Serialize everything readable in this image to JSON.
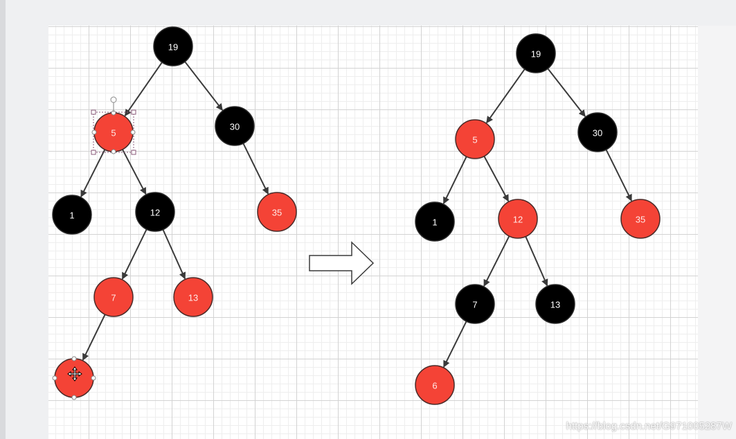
{
  "colors": {
    "red": "#f44336",
    "black": "#000000",
    "edge": "#3a3a3a",
    "label_on_red": "#ffe8e6",
    "label_on_black": "#ffffff",
    "selection": "#8a5a78"
  },
  "before_tree": {
    "nodes": [
      {
        "id": "l19",
        "label": "19",
        "color": "black"
      },
      {
        "id": "l5",
        "label": "5",
        "color": "red",
        "selected": true
      },
      {
        "id": "l30",
        "label": "30",
        "color": "black"
      },
      {
        "id": "l1",
        "label": "1",
        "color": "black"
      },
      {
        "id": "l12",
        "label": "12",
        "color": "black"
      },
      {
        "id": "l35",
        "label": "35",
        "color": "red"
      },
      {
        "id": "l7",
        "label": "7",
        "color": "red"
      },
      {
        "id": "l13",
        "label": "13",
        "color": "red"
      },
      {
        "id": "l6",
        "label": "",
        "color": "red",
        "has_move_cursor": true
      }
    ],
    "edges": [
      [
        "l19",
        "l5"
      ],
      [
        "l19",
        "l30"
      ],
      [
        "l5",
        "l1"
      ],
      [
        "l5",
        "l12"
      ],
      [
        "l30",
        "l35"
      ],
      [
        "l12",
        "l7"
      ],
      [
        "l12",
        "l13"
      ],
      [
        "l7",
        "l6"
      ]
    ]
  },
  "after_tree": {
    "nodes": [
      {
        "id": "r19",
        "label": "19",
        "color": "black"
      },
      {
        "id": "r5",
        "label": "5",
        "color": "red"
      },
      {
        "id": "r30",
        "label": "30",
        "color": "black"
      },
      {
        "id": "r1",
        "label": "1",
        "color": "black"
      },
      {
        "id": "r12",
        "label": "12",
        "color": "red"
      },
      {
        "id": "r35",
        "label": "35",
        "color": "red"
      },
      {
        "id": "r7",
        "label": "7",
        "color": "black"
      },
      {
        "id": "r13",
        "label": "13",
        "color": "black"
      },
      {
        "id": "r6",
        "label": "6",
        "color": "red"
      }
    ],
    "edges": [
      [
        "r19",
        "r5"
      ],
      [
        "r19",
        "r30"
      ],
      [
        "r5",
        "r1"
      ],
      [
        "r5",
        "r12"
      ],
      [
        "r30",
        "r35"
      ],
      [
        "r12",
        "r7"
      ],
      [
        "r12",
        "r13"
      ],
      [
        "r7",
        "r6"
      ]
    ]
  },
  "icons": {
    "transform_arrow": "right-arrow-icon",
    "cursor": "move-cursor-icon"
  },
  "watermark": "https://blog.csdn.net/G971005287W"
}
